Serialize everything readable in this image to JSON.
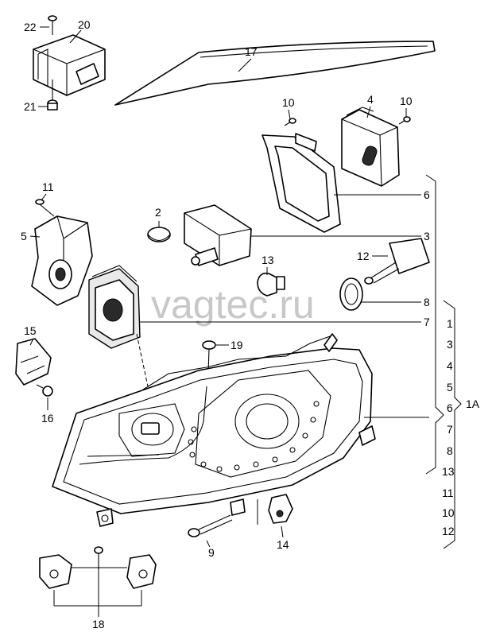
{
  "watermark": "vagtec.ru",
  "callouts": {
    "c22": "22",
    "c20": "20",
    "c21": "21",
    "c17": "17",
    "c10a": "10",
    "c4": "4",
    "c10b": "10",
    "c11": "11",
    "c5": "5",
    "c2": "2",
    "c6": "6",
    "c3": "3",
    "c13": "13",
    "c12": "12",
    "c8": "8",
    "c7": "7",
    "c15": "15",
    "c16": "16",
    "c19": "19",
    "c9": "9",
    "c14": "14",
    "c18": "18"
  },
  "variant_list": {
    "group_label": "1A",
    "items": [
      "1",
      "3",
      "4",
      "5",
      "6",
      "7",
      "8",
      "13",
      "11",
      "10",
      "12"
    ]
  }
}
